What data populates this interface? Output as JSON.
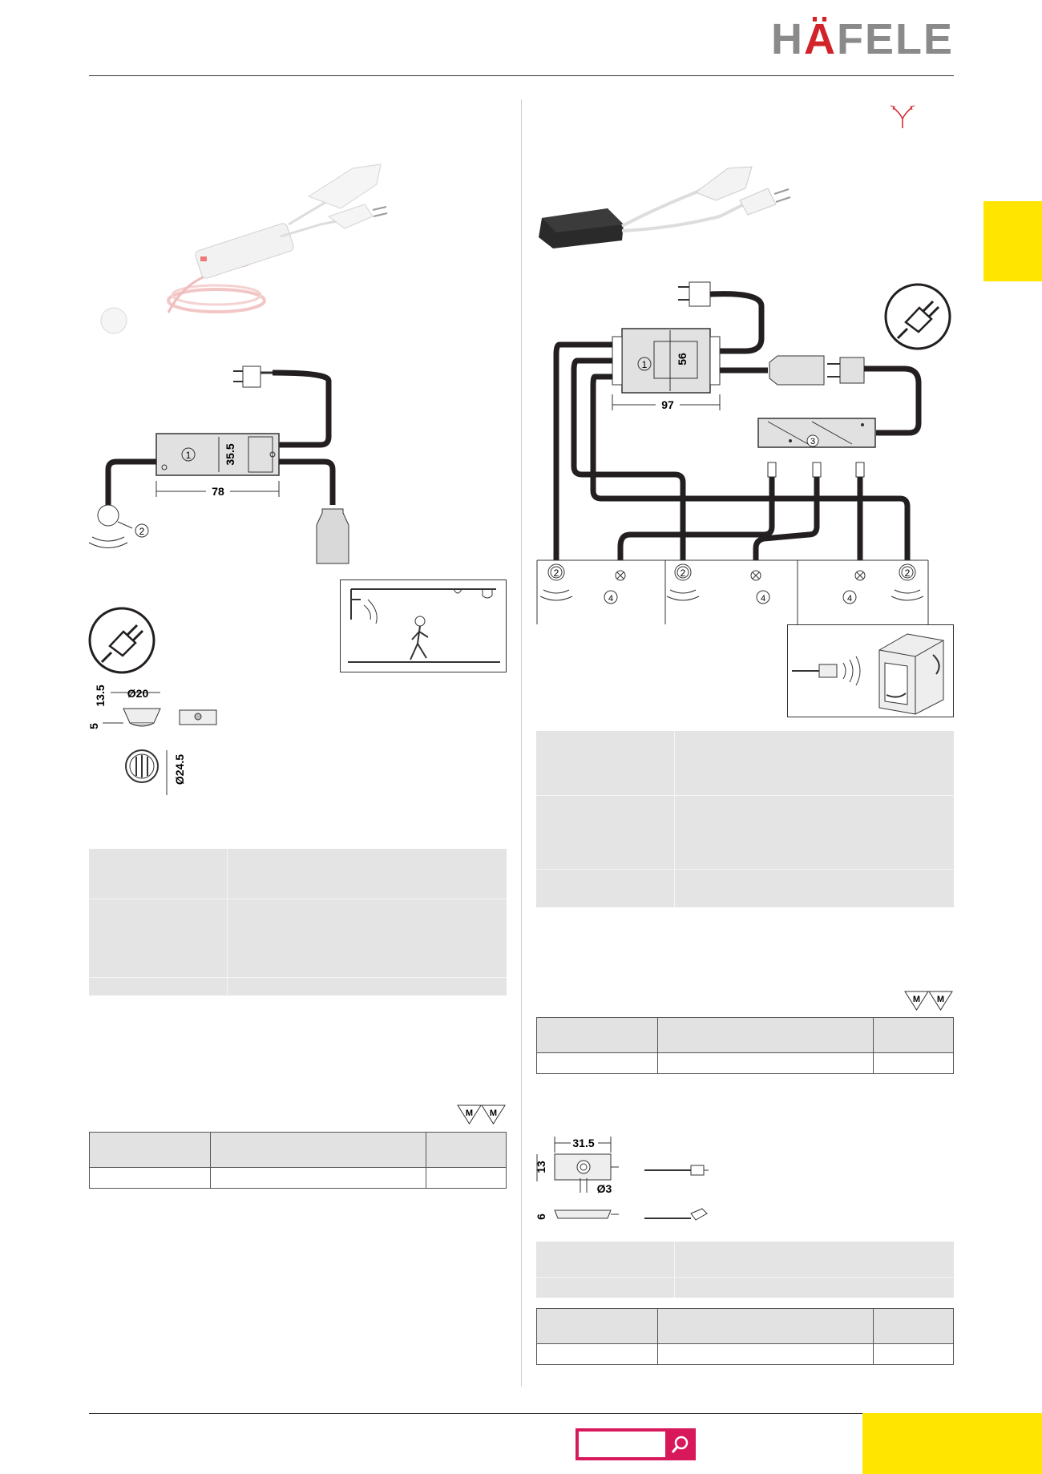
{
  "header": {
    "logo_text_1": "H",
    "logo_text_accent": "Ä",
    "logo_text_2": "FELE"
  },
  "left_diagram": {
    "label_box": "1",
    "label_sensor": "2",
    "dim_width": "78",
    "dim_height": "35.5"
  },
  "sensor_dims": {
    "d1": "13.5",
    "d2": "Ø20",
    "d3": "5",
    "d4": "Ø24.5"
  },
  "right_diagram": {
    "label_box": "1",
    "label_sensor": "2",
    "label_distributor": "3",
    "label_light": "4",
    "dim_width": "97",
    "dim_height": "56"
  },
  "small_sensor_dims": {
    "w": "31.5",
    "h": "13",
    "hole": "Ø3",
    "depth": "6"
  },
  "marks": {
    "m1": "M",
    "m2": "M"
  },
  "colors": {
    "brand_red": "#d2232a",
    "brand_grey": "#8a8a8a",
    "accent_yellow": "#ffe500",
    "search_pink": "#d7195c"
  }
}
